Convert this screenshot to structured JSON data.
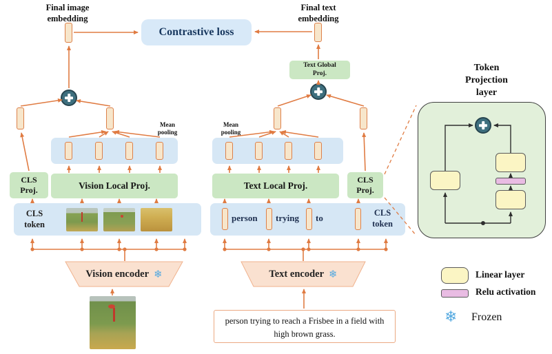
{
  "colors": {
    "arrow": "#E07B42",
    "box_blue": "#D6E7F5",
    "box_green": "#CBE7C3",
    "loss_blue": "#D8E9F8",
    "bar_fill": "#F7E6CB",
    "bar_border": "#DD8049",
    "panel_green": "#E2F0DA",
    "linear_yellow": "#FBF5C4",
    "relu_pink": "#E9BCE3",
    "frozen_blue": "#54A9E0"
  },
  "top": {
    "final_image_embedding": "Final image\nembedding",
    "contrastive_loss": "Contrastive loss",
    "final_text_embedding": "Final text\nembedding"
  },
  "vision": {
    "mean_pooling": "Mean\npooling",
    "cls_proj": "CLS\nProj.",
    "local_proj": "Vision Local Proj.",
    "cls_token": "CLS\ntoken",
    "encoder": "Vision encoder"
  },
  "text": {
    "global_proj": "Text Global\nProj.",
    "mean_pooling": "Mean\npooling",
    "local_proj": "Text Local Proj.",
    "cls_proj": "CLS\nProj.",
    "tokens": [
      "person",
      "trying",
      "to"
    ],
    "cls_token": "CLS\ntoken",
    "encoder": "Text encoder",
    "caption": "person trying to reach a Frisbee in a field with high brown grass."
  },
  "token_projection": {
    "title": "Token\nProjection\nlayer"
  },
  "legend": {
    "linear": "Linear layer",
    "relu": "Relu activation",
    "frozen": "Frozen"
  },
  "icons": {
    "snowflake": "❄"
  }
}
